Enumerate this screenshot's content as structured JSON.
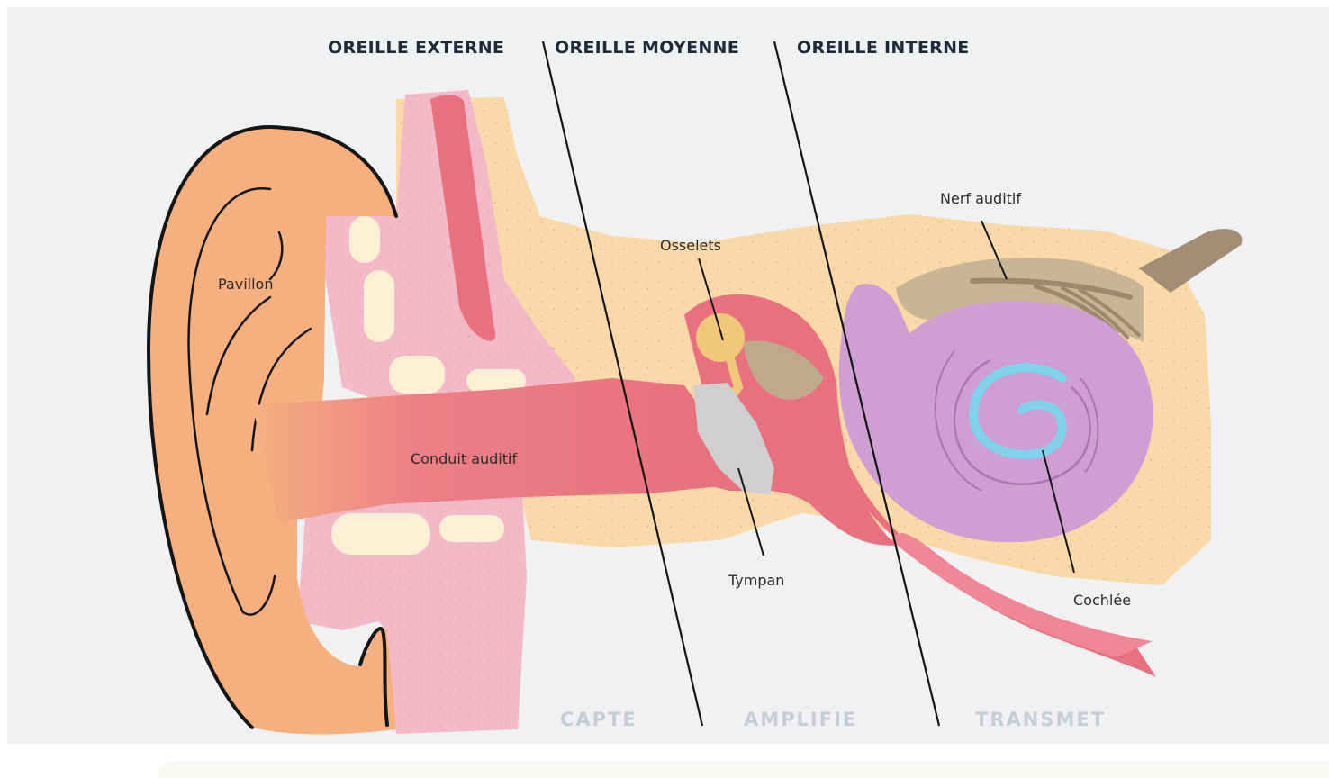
{
  "regions": {
    "outer": "OREILLE EXTERNE",
    "middle": "OREILLE MOYENNE",
    "inner": "OREILLE INTERNE"
  },
  "parts": {
    "pavilion": "Pavillon",
    "canal": "Conduit auditif",
    "ossicles": "Osselets",
    "eardrum": "Tympan",
    "nerve": "Nerf auditif",
    "cochlea": "Cochlée"
  },
  "functions": {
    "capture": "CAPTE",
    "amplify": "AMPLIFIE",
    "transmit": "TRANSMET"
  },
  "colors": {
    "background": "#f0f1f3",
    "auricle": "#f6b07f",
    "bone": "#f9d9a8",
    "skin_pink": "#f3b9c8",
    "canal_red": "#e8707f",
    "cartilage": "#fbf0d6",
    "ossicles": "#f1c77a",
    "eardrum": "#cfcfcf",
    "cochlea": "#cf9fd3",
    "spiral": "#7fd3ec",
    "nerve": "#b9a38c",
    "outline": "#151515"
  }
}
